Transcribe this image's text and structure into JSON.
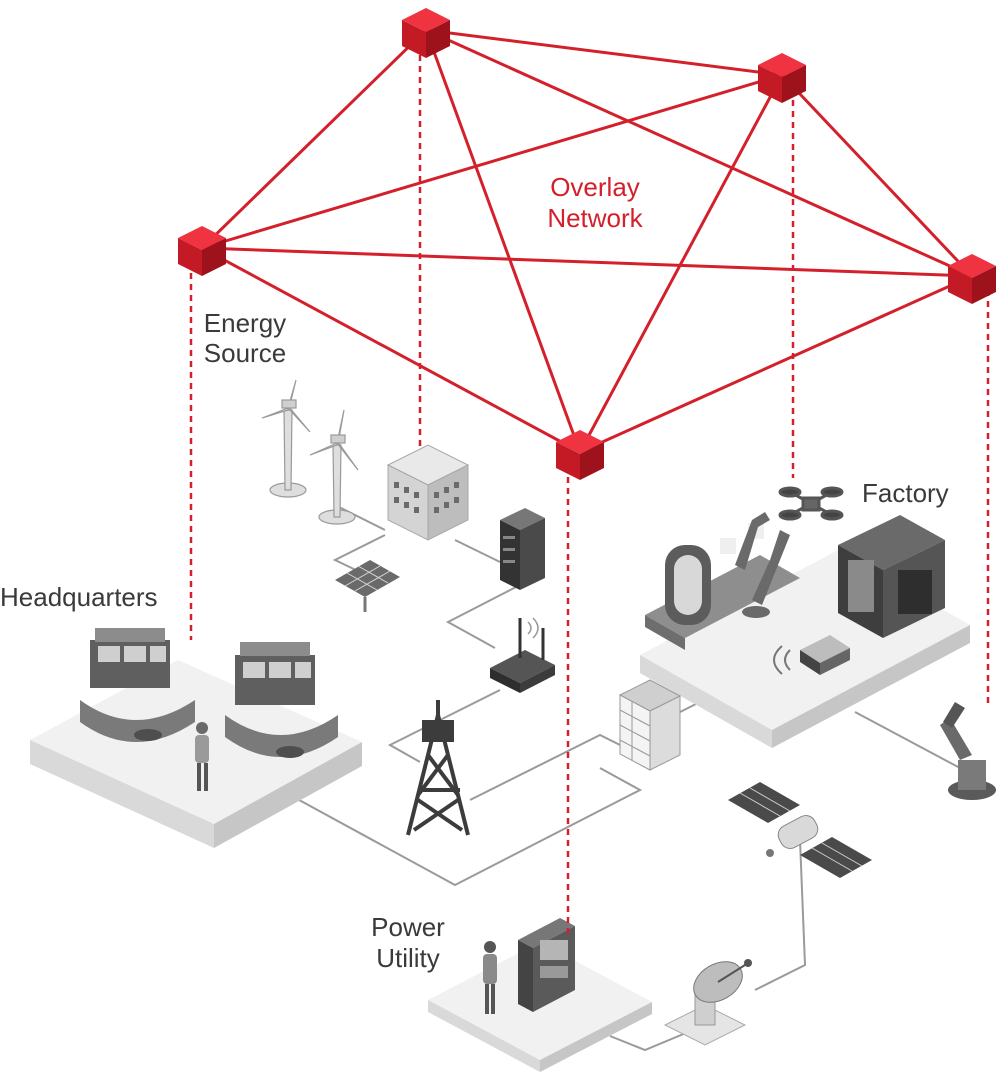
{
  "labels": {
    "overlay_line1": "Overlay",
    "overlay_line2": "Network",
    "energy_line1": "Energy",
    "energy_line2": "Source",
    "headquarters": "Headquarters",
    "factory": "Factory",
    "power_line1": "Power",
    "power_line2": "Utility"
  },
  "colors": {
    "overlay": "#d3202b",
    "connection": "#9a9a9a",
    "platform": "#efefef",
    "equipment": "#5b5b5b",
    "text": "#3a3a3a"
  }
}
